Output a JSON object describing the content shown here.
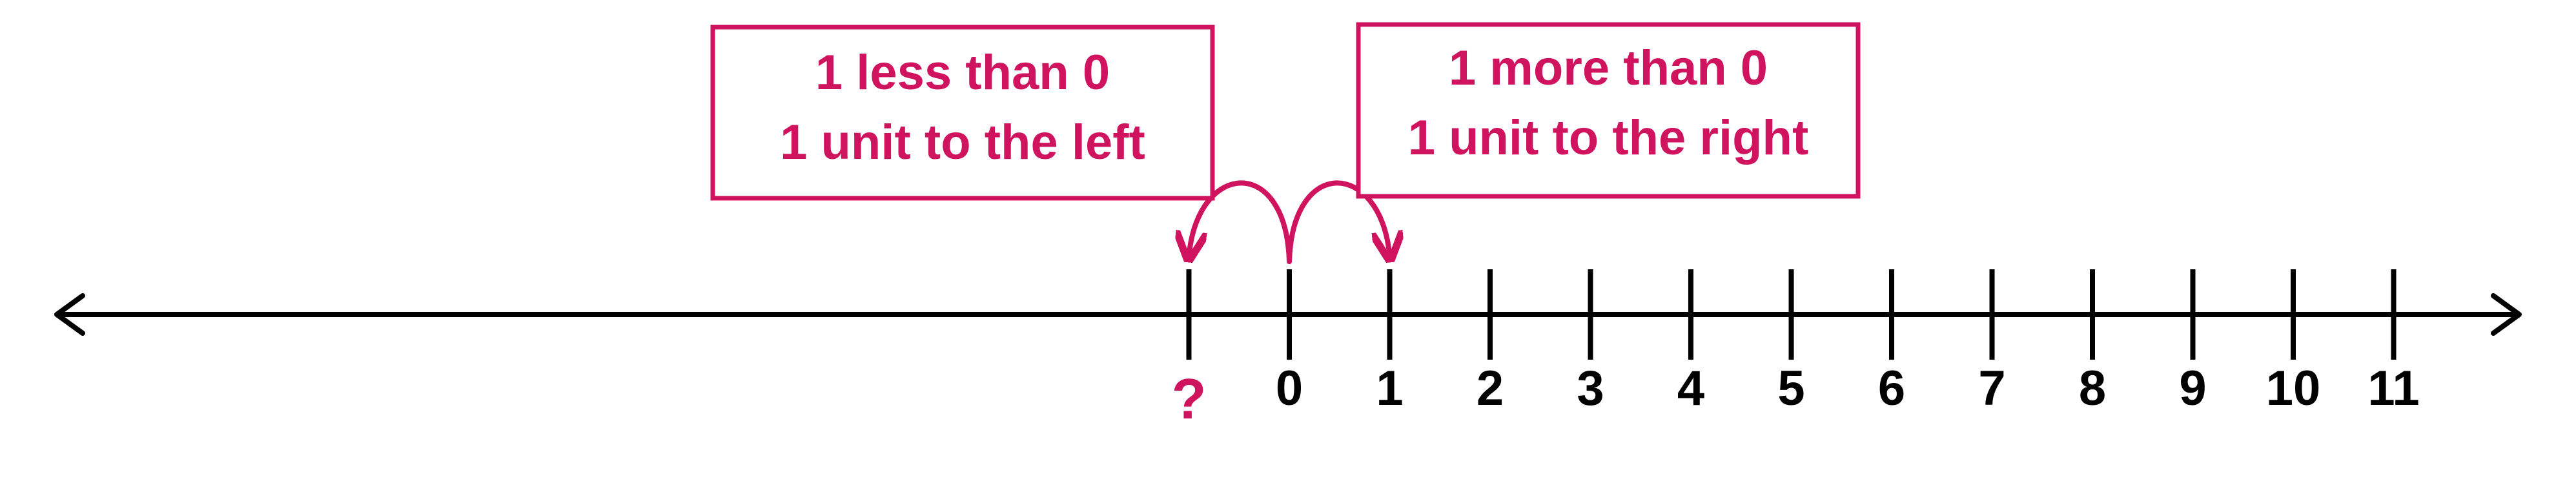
{
  "colors": {
    "accent": "#D0135F",
    "line": "#000000",
    "background": "#FFFFFF"
  },
  "number_line": {
    "unknown_label": "?",
    "ticks": [
      {
        "value": -1,
        "label": "?",
        "highlight": true
      },
      {
        "value": 0,
        "label": "0"
      },
      {
        "value": 1,
        "label": "1"
      },
      {
        "value": 2,
        "label": "2"
      },
      {
        "value": 3,
        "label": "3"
      },
      {
        "value": 4,
        "label": "4"
      },
      {
        "value": 5,
        "label": "5"
      },
      {
        "value": 6,
        "label": "6"
      },
      {
        "value": 7,
        "label": "7"
      },
      {
        "value": 8,
        "label": "8"
      },
      {
        "value": 9,
        "label": "9"
      },
      {
        "value": 10,
        "label": "10"
      },
      {
        "value": 11,
        "label": "11"
      }
    ]
  },
  "callouts": {
    "left": {
      "line1": "1 less than 0",
      "line2": "1 unit to the left"
    },
    "right": {
      "line1": "1 more than 0",
      "line2": "1 unit to the right"
    }
  }
}
